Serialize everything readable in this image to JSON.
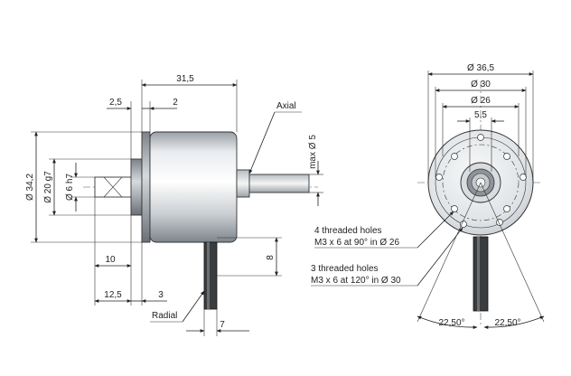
{
  "side_view": {
    "dim_length_total": "31,5",
    "dim_flange_offset": "2,5",
    "dim_flange_thickness": "2",
    "dim_body_diameter": "Ø 34,2",
    "dim_spigot_diameter": "Ø 20 g7",
    "dim_shaft_diameter": "Ø 6 h7",
    "dim_shaft_length": "10",
    "dim_shaft_overall": "12,5",
    "dim_gap": "3",
    "dim_max_shaft": "max Ø 5",
    "dim_cable_height": "8",
    "dim_cable_width": "7",
    "label_axial": "Axial",
    "label_radial": "Radial"
  },
  "front_view": {
    "dim_outer": "Ø 36,5",
    "dim_bolt_circle_30": "Ø 30",
    "dim_bolt_circle_26": "Ø 26",
    "dim_inner": "5,5",
    "note_4_holes_line1": "4 threaded holes",
    "note_4_holes_line2": "M3 x 6 at 90° in  Ø 26",
    "note_3_holes_line1": "3 threaded holes",
    "note_3_holes_line2": "M3 x 6 at 120° in  Ø 30",
    "angle_left": "22,50°",
    "angle_right": "22,50°"
  }
}
